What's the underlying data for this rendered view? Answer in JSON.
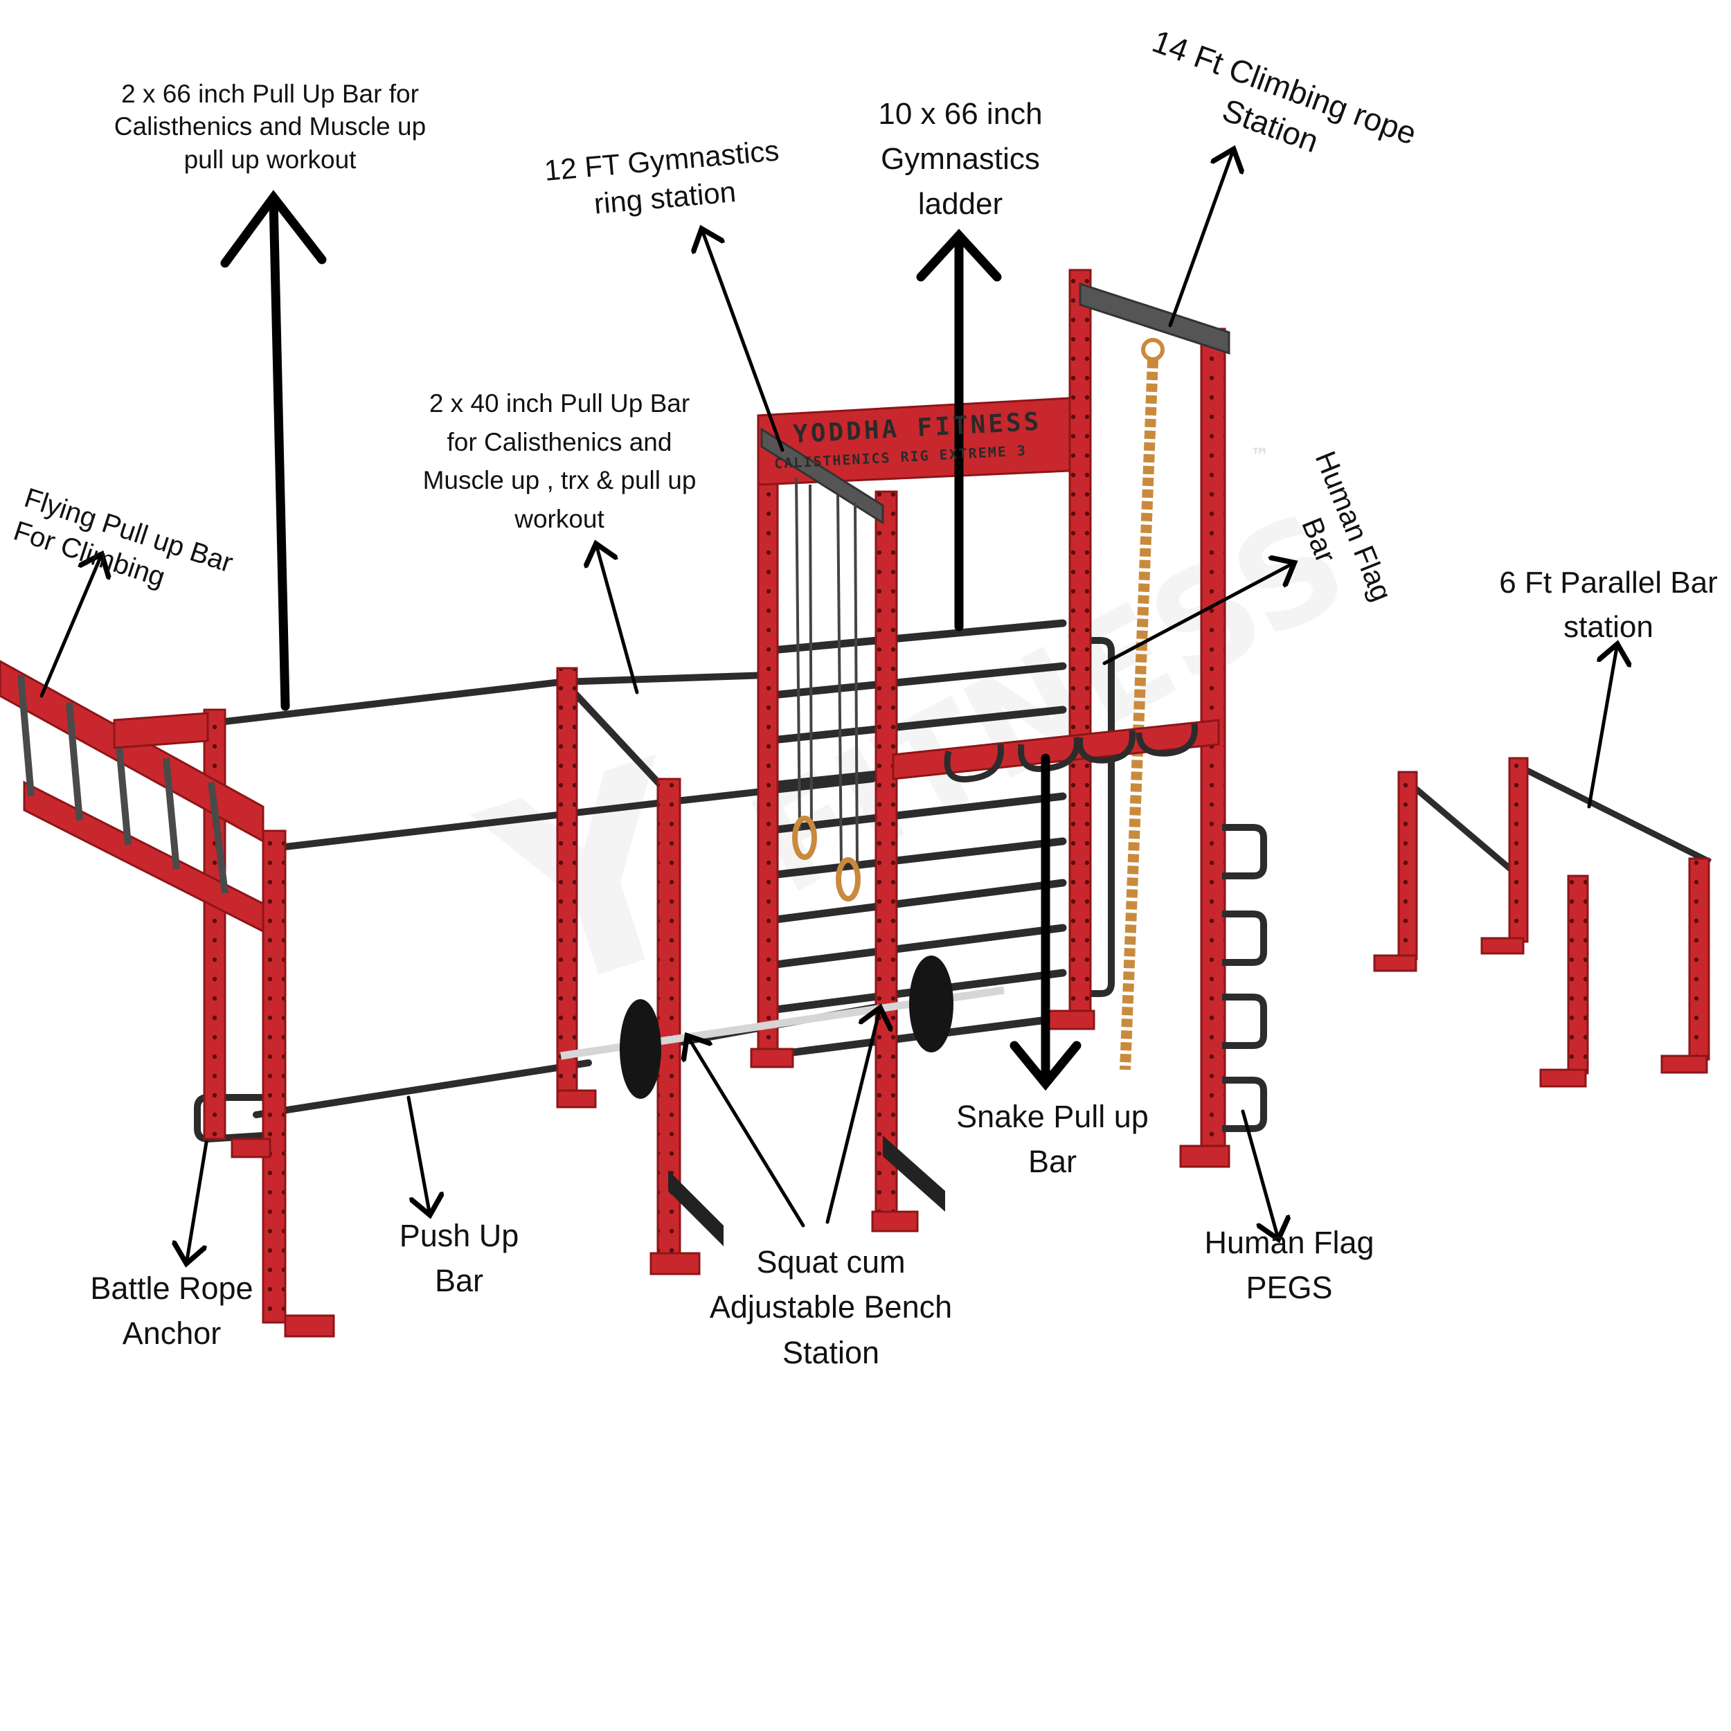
{
  "brand": {
    "name": "YODDHA FITNESS",
    "subtitle": "CALISTHENICS RIG EXTREME 3",
    "trademark": "™",
    "colors": {
      "frame": "#c8282d",
      "frame_dark": "#8e1518",
      "bar": "#2c2c2c",
      "rope": "#c98a3d",
      "plate": "#151515"
    }
  },
  "labels": {
    "pullup66": [
      "2 x 66 inch Pull Up Bar for",
      "Calisthenics and Muscle up",
      "pull up workout"
    ],
    "rings": [
      "12 FT Gymnastics",
      "ring station"
    ],
    "ladder": [
      "10 x 66 inch",
      "Gymnastics",
      "ladder"
    ],
    "rope": [
      "14 Ft Climbing rope",
      "Station"
    ],
    "pullup40": [
      "2 x 40 inch Pull Up Bar",
      "for Calisthenics and",
      "Muscle up , trx & pull up",
      "workout"
    ],
    "flying": [
      "Flying Pull up Bar",
      "For Climbing"
    ],
    "flag_bar": [
      "Human Flag",
      "Bar"
    ],
    "parallel": [
      "6 Ft Parallel Bar",
      "station"
    ],
    "battle": [
      "Battle Rope",
      "Anchor"
    ],
    "pushup": [
      "Push Up",
      "Bar"
    ],
    "squat": [
      "Squat cum",
      "Adjustable Bench",
      "Station"
    ],
    "snake": [
      "Snake Pull up",
      "Bar"
    ],
    "pegs": [
      "Human Flag",
      "PEGS"
    ]
  }
}
